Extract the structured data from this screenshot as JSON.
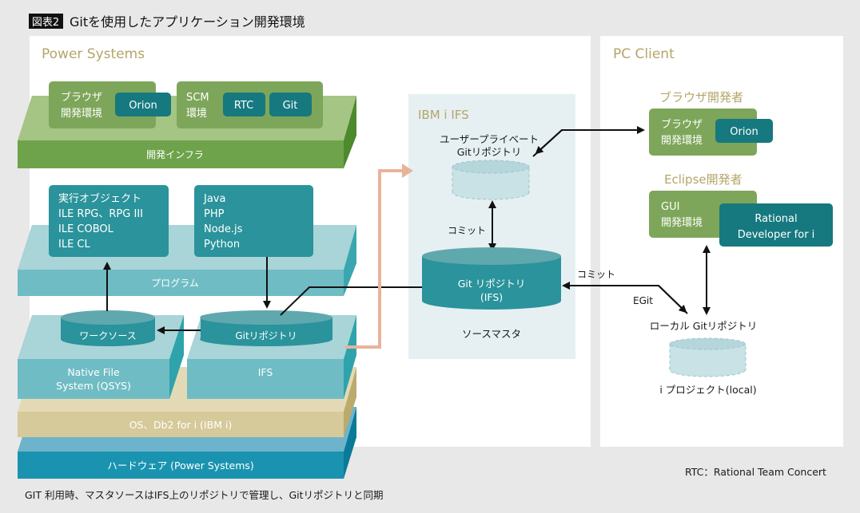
{
  "figure": {
    "badge": "図表2",
    "title": "Gitを使用したアプリケーション開発環境"
  },
  "power_systems": {
    "label": "Power Systems",
    "dev_infra": {
      "label": "開発インフラ",
      "browser_env": {
        "line1": "ブラウザ",
        "line2": "開発環境",
        "tool": "Orion"
      },
      "scm_env": {
        "line1": "SCM",
        "line2": "環境",
        "tools": [
          "RTC",
          "Git"
        ]
      }
    },
    "program": {
      "label": "プログラム",
      "native_objects": [
        "実行オブジェクト",
        "ILE RPG、RPG III",
        "ILE COBOL",
        "ILE CL"
      ],
      "languages": [
        "Java",
        "PHP",
        "Node.js",
        "Python"
      ]
    },
    "file_systems": {
      "native": {
        "line1": "Native File",
        "line2": "System (QSYS)",
        "repo": "ワークソース"
      },
      "ifs": {
        "label": "IFS",
        "repo": "Gitリポジトリ"
      }
    },
    "os": {
      "label": "OS、Db2 for i (IBM i)"
    },
    "hardware": {
      "label": "ハードウェア (Power Systems)"
    }
  },
  "ibm_i_ifs": {
    "label": "IBM i IFS",
    "private_repo": {
      "line1": "ユーザープライベート",
      "line2": "Gitリポジトリ"
    },
    "commit_label": "コミット",
    "master_repo": {
      "line1": "Git リポジトリ",
      "line2": "(IFS)",
      "caption": "ソースマスタ"
    }
  },
  "pc_client": {
    "label": "PC Client",
    "browser_dev": {
      "heading": "ブラウザ開発者",
      "line1": "ブラウザ",
      "line2": "開発環境",
      "tool": "Orion"
    },
    "eclipse_dev": {
      "heading": "Eclipse開発者",
      "line1": "GUI",
      "line2": "開発環境",
      "tool_line1": "Rational",
      "tool_line2": "Developer for i"
    },
    "commit_label": "コミット",
    "egit_label": "EGit",
    "local_repo": {
      "label": "ローカル Gitリポジトリ",
      "caption": "i プロジェクト(local)"
    }
  },
  "footer": {
    "note": "GIT 利用時、マスタソースはIFS上のリポジトリで管理し、Gitリポジトリと同期",
    "legend": "RTC：Rational Team Concert"
  },
  "colors": {
    "green": "#7da65a",
    "green_dark": "#5e8f3a",
    "teal": "#2a939b",
    "teal_dark": "#16797f",
    "light_teal": "#6fbcc4",
    "tan": "#d6c99a",
    "hardware_blue": "#1a93b0",
    "gold_text": "#b4a56a",
    "peach_arrow": "#e9b39a"
  }
}
